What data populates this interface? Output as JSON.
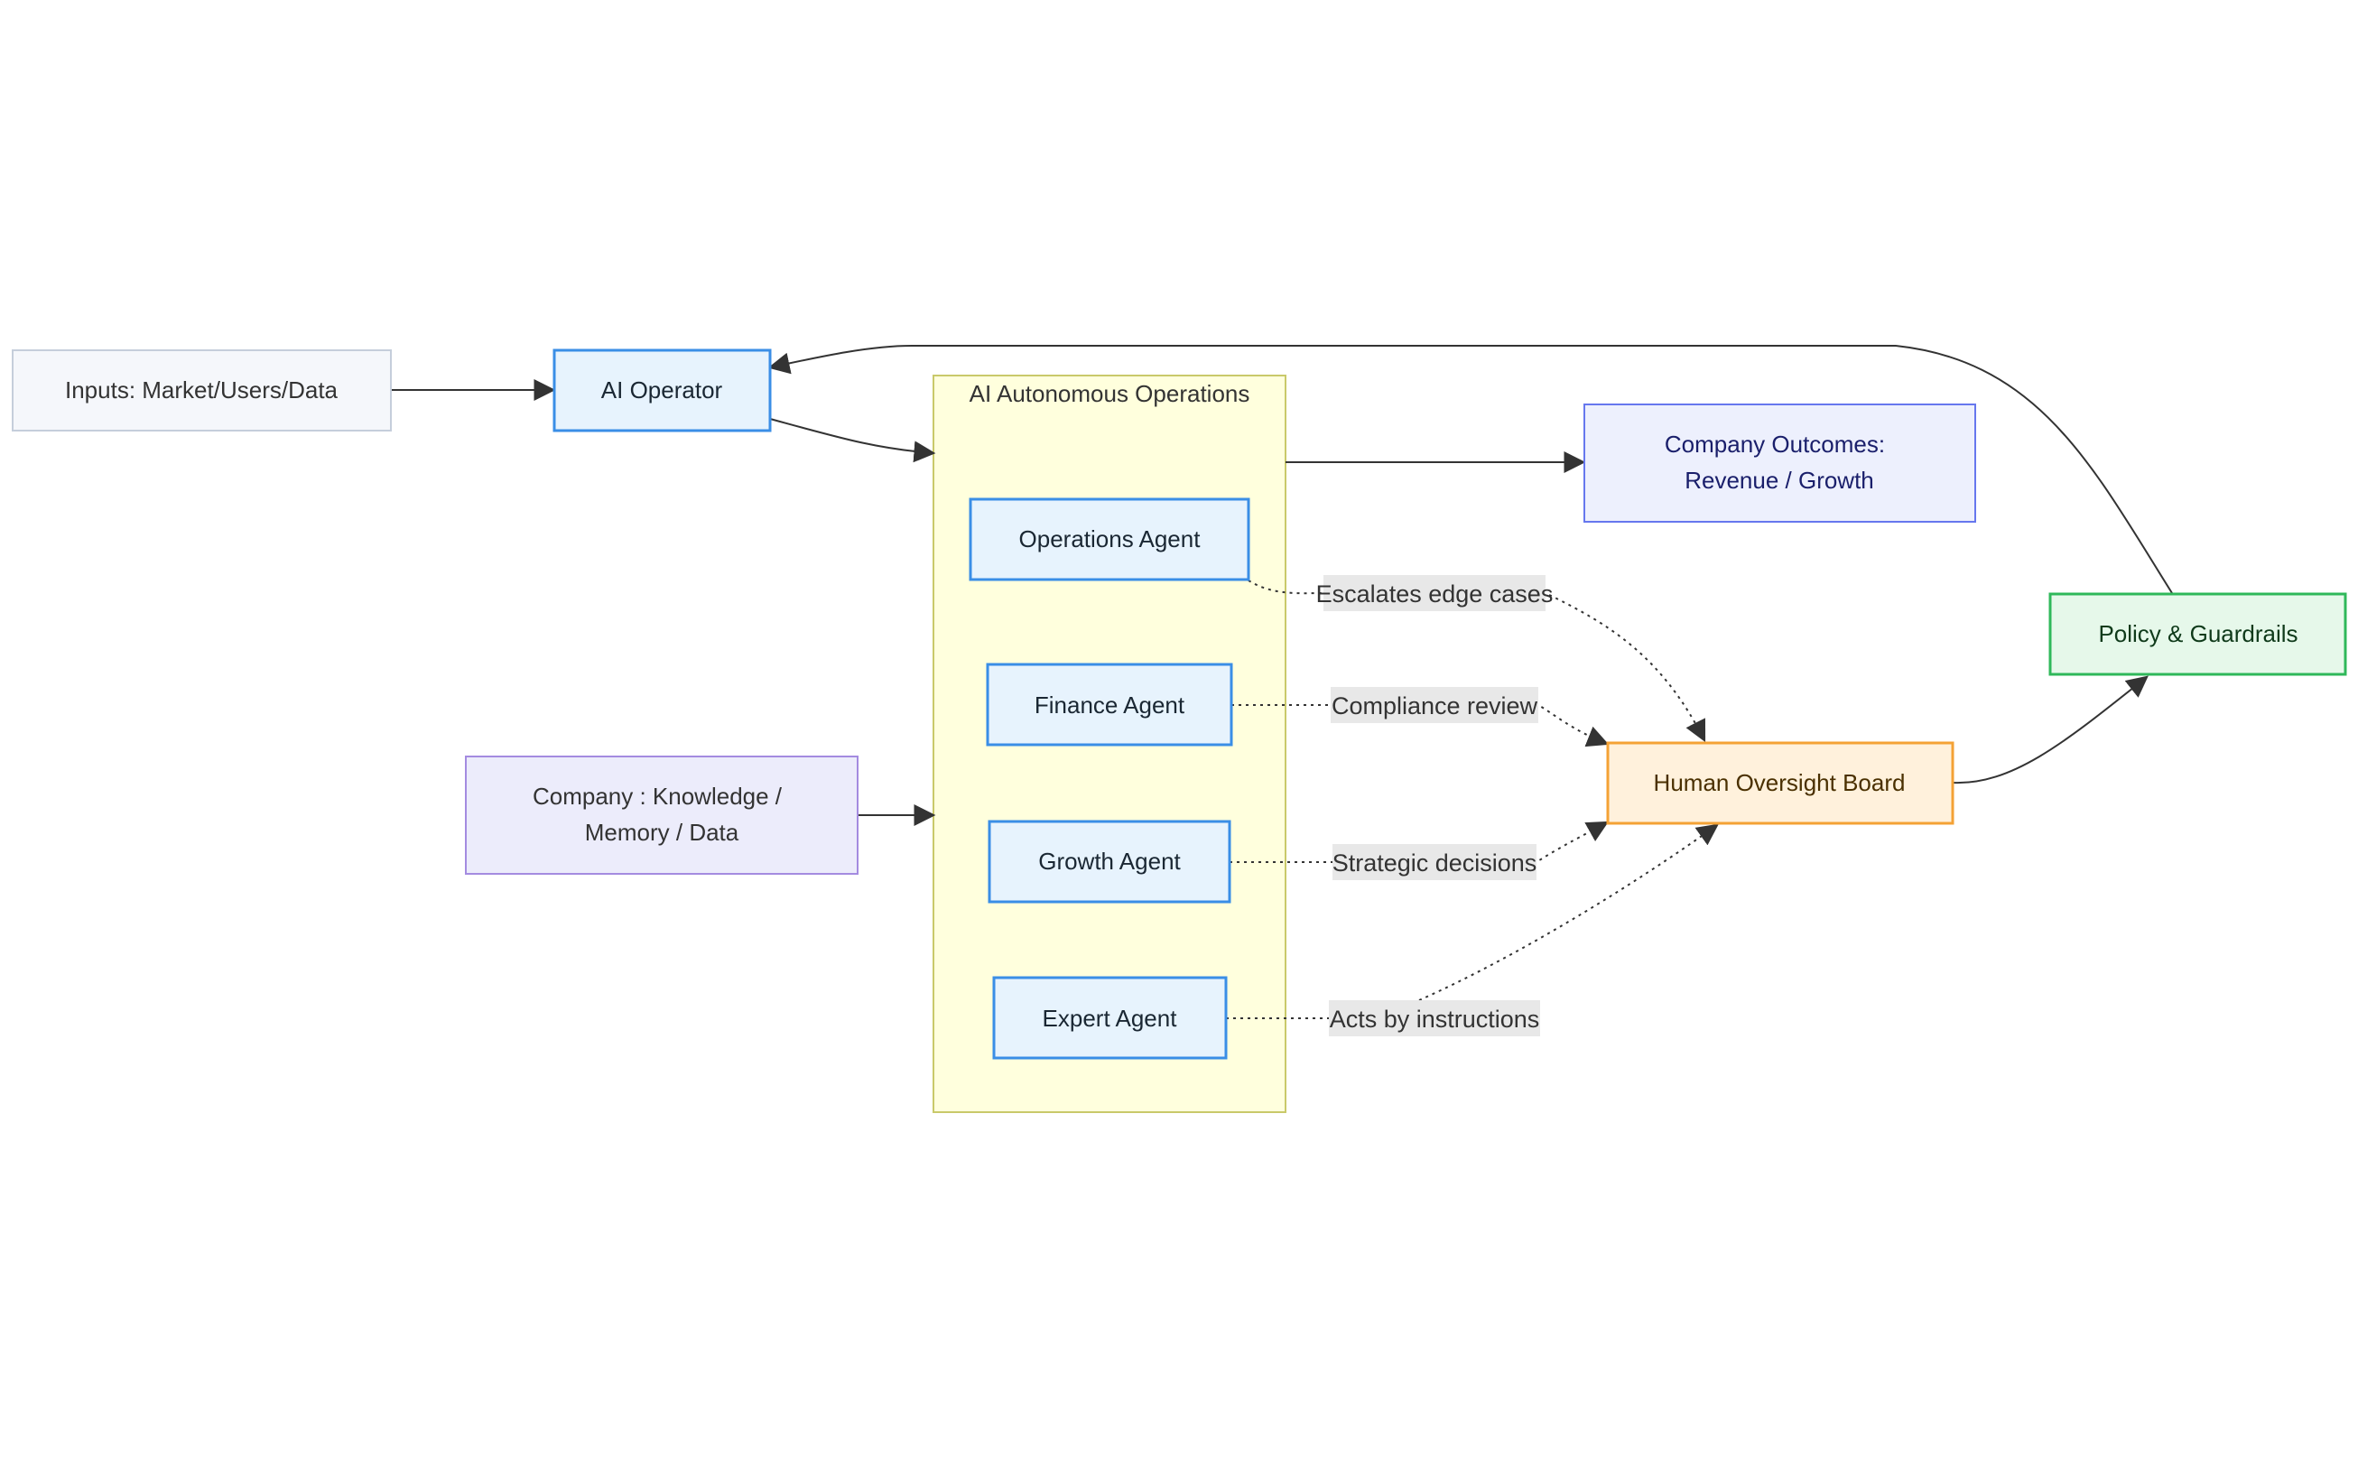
{
  "nodes": {
    "inputs": {
      "label": "Inputs: Market/Users/Data",
      "fill": "#f5f7fb",
      "stroke": "#c5cedb",
      "text": "#333333"
    },
    "ai_operator": {
      "label": "AI Operator",
      "fill": "#e7f3fd",
      "stroke": "#3a8ee6",
      "text": "#1a2733"
    },
    "company_knowledge": {
      "line1": "Company : Knowledge /",
      "line2": "Memory / Data",
      "fill": "#ececfb",
      "stroke": "#a48be0",
      "text": "#333333"
    },
    "operations_agent": {
      "label": "Operations Agent",
      "fill": "#e7f3fd",
      "stroke": "#3a8ee6",
      "text": "#1a2733"
    },
    "finance_agent": {
      "label": "Finance Agent",
      "fill": "#e7f3fd",
      "stroke": "#3a8ee6",
      "text": "#1a2733"
    },
    "growth_agent": {
      "label": "Growth Agent",
      "fill": "#e7f3fd",
      "stroke": "#3a8ee6",
      "text": "#1a2733"
    },
    "expert_agent": {
      "label": "Expert Agent",
      "fill": "#e7f3fd",
      "stroke": "#3a8ee6",
      "text": "#1a2733"
    },
    "company_outcomes": {
      "line1": "Company Outcomes:",
      "line2": "Revenue / Growth",
      "fill": "#edf0fd",
      "stroke": "#6677ee",
      "text": "#1a1f6b"
    },
    "human_oversight": {
      "label": "Human Oversight Board",
      "fill": "#fff1dc",
      "stroke": "#f4a235",
      "text": "#4a3000"
    },
    "policy_guardrails": {
      "label": "Policy & Guardrails",
      "fill": "#e6f8ea",
      "stroke": "#2fb85a",
      "text": "#0f3a1a"
    }
  },
  "subgraph": {
    "label": "AI Autonomous Operations",
    "fill": "#ffffdd",
    "stroke": "#c9c96a"
  },
  "edge_labels": {
    "escalates": "Escalates edge cases",
    "compliance": "Compliance review",
    "strategic": "Strategic decisions",
    "acts": "Acts by instructions"
  },
  "colors": {
    "edge": "#333333"
  }
}
